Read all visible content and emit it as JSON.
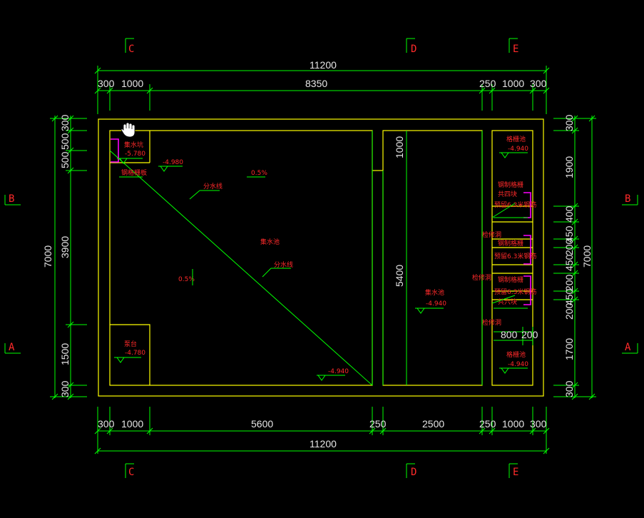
{
  "axes": {
    "top": [
      "C",
      "D",
      "E"
    ],
    "bottom": [
      "C",
      "D",
      "E"
    ],
    "left": [
      "B",
      "A"
    ],
    "right": [
      "B",
      "A"
    ]
  },
  "dims_top": {
    "overall": "11200",
    "row2": [
      "300",
      "1000",
      "8350",
      "250",
      "1000",
      "300"
    ]
  },
  "dims_bottom": {
    "row1": [
      "300",
      "1000",
      "5600",
      "250",
      "2500",
      "250",
      "1000",
      "300"
    ],
    "overall": "11200"
  },
  "dims_left": {
    "overall": "7000",
    "parts": [
      "300",
      "500",
      "500",
      "3900",
      "1500",
      "300"
    ]
  },
  "dims_right": {
    "overall": "7000",
    "parts": [
      "300",
      "1900",
      "400",
      "450",
      "200",
      "450",
      "200",
      "450",
      "200",
      "1700",
      "300"
    ]
  },
  "dims_inner": {
    "d1000": "1000",
    "d5400": "5400",
    "d800": "800",
    "d200": "200"
  },
  "labels": {
    "jishuikeng": "集水坑",
    "jishuikeng_elev": "-5.780",
    "geshan": "钢格栅板",
    "elev_4980": "-4.980",
    "slope1": "0.5%",
    "fenshuidao1": "分水线",
    "jishuichi1": "集水池",
    "fenshuidao2": "分水线",
    "slope2": "0.5%",
    "zhuotai": "泵台",
    "zhuotai_elev": "-4.780",
    "elev_4940_bottom": "-4.940",
    "jishuichi2": "集水池",
    "jishuichi2_elev": "-4.940",
    "geshanchi_top": "格栅池",
    "geshanchi_top_elev": "-4.940",
    "r1a": "钢制格栅",
    "r1b": "共四块",
    "r1c": "预留6.3米钢筋",
    "r1d": "检修洞",
    "r2a": "钢制格栅",
    "r2b": "预留6.3米钢筋",
    "r2c": "检修洞",
    "r3a": "钢制格栅",
    "r3b": "预留6.3米钢筋",
    "r3c": "共六块",
    "r3d": "检修洞",
    "geshanchi_bottom": "格栅池",
    "geshanchi_bottom_elev": "-4.940"
  }
}
